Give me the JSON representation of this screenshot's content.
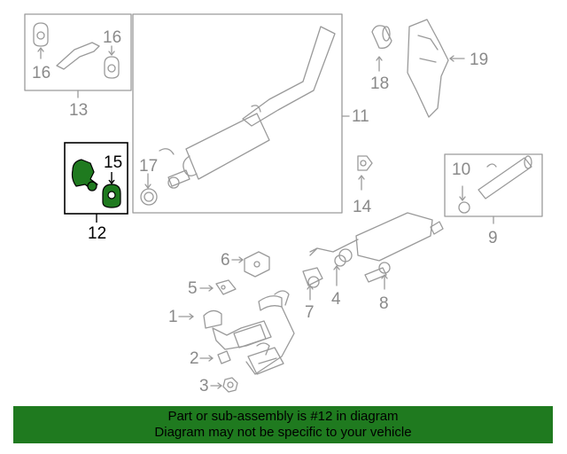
{
  "callouts": {
    "c16a": "16",
    "c16b": "16",
    "c13": "13",
    "c11": "11",
    "c18": "18",
    "c19": "19",
    "c15": "15",
    "c17": "17",
    "c12": "12",
    "c14": "14",
    "c10": "10",
    "c9": "9",
    "c6": "6",
    "c5": "5",
    "c7": "7",
    "c4": "4",
    "c8": "8",
    "c1": "1",
    "c2": "2",
    "c3": "3"
  },
  "highlight_color": "#1f7a1f",
  "banner": {
    "line1": "Part or sub-assembly is #12 in diagram",
    "line2": "Diagram may not be specific to your vehicle"
  }
}
